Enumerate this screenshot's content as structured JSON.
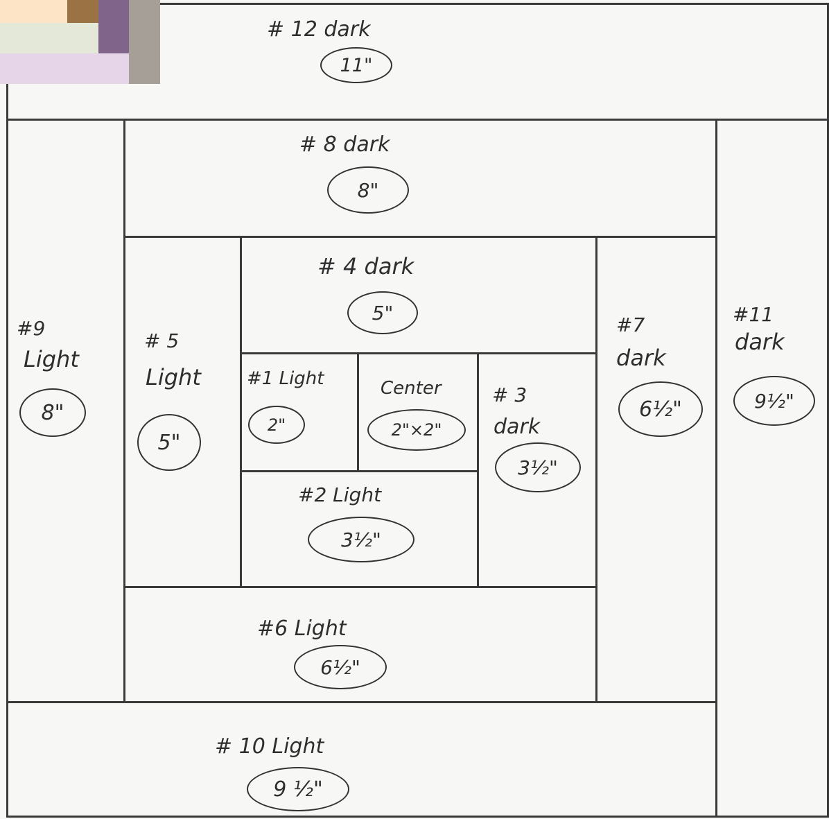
{
  "swatch_colors": [
    "#fde4c6",
    "#9a7243",
    "#e3e8d9",
    "#806489",
    "#e6d5e9",
    "#a59f97"
  ],
  "blocks": {
    "b12": {
      "label": "# 12 dark",
      "size": "11\""
    },
    "b8": {
      "label": "# 8  dark",
      "size": "8\""
    },
    "b4": {
      "label": "# 4 dark",
      "size": "5\""
    },
    "b1": {
      "label": "#1 Light",
      "size": "2\""
    },
    "center": {
      "label": "Center",
      "size": "2\"×2\""
    },
    "b2": {
      "label": "#2 Light",
      "size": "3½\""
    },
    "b3": {
      "label_1": "# 3",
      "label_2": "dark",
      "size": "3½\""
    },
    "b5": {
      "label_1": "# 5",
      "label_2": "Light",
      "size": "5\""
    },
    "b6": {
      "label": "#6 Light",
      "size": "6½\""
    },
    "b7": {
      "label_1": "#7",
      "label_2": "dark",
      "size": "6½\""
    },
    "b9": {
      "label_1": "#9",
      "label_2": "Light",
      "size": "8\""
    },
    "b10": {
      "label": "# 10 Light",
      "size": "9 ½\""
    },
    "b11": {
      "label_1": "#11",
      "label_2": "dark",
      "size": "9½\""
    }
  }
}
